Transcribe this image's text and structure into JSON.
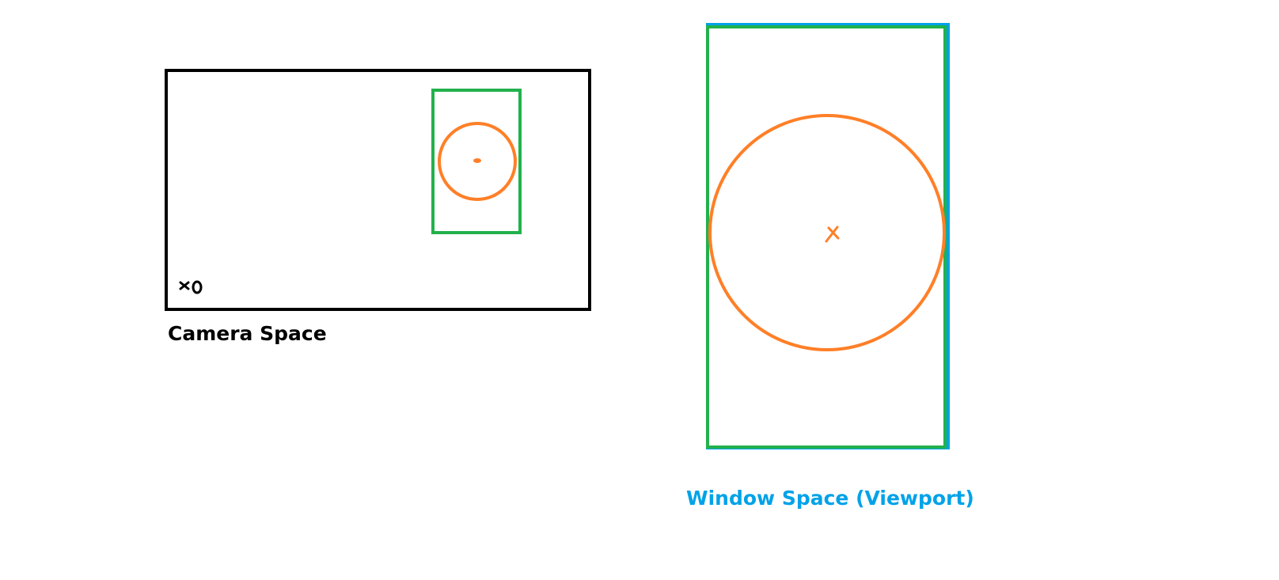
{
  "camera_space": {
    "label": "Camera Space",
    "label_color": "#000000",
    "frame_color": "#000000",
    "viewport_color": "#22b14c",
    "circle_color": "#ff7f27",
    "origin_mark": "x0"
  },
  "window_space": {
    "label": "Window Space (Viewport)",
    "label_color": "#00a2e8",
    "frame_outer_color": "#00a2e8",
    "frame_inner_color": "#22b14c",
    "circle_color": "#ff7f27",
    "center_mark": "x"
  }
}
